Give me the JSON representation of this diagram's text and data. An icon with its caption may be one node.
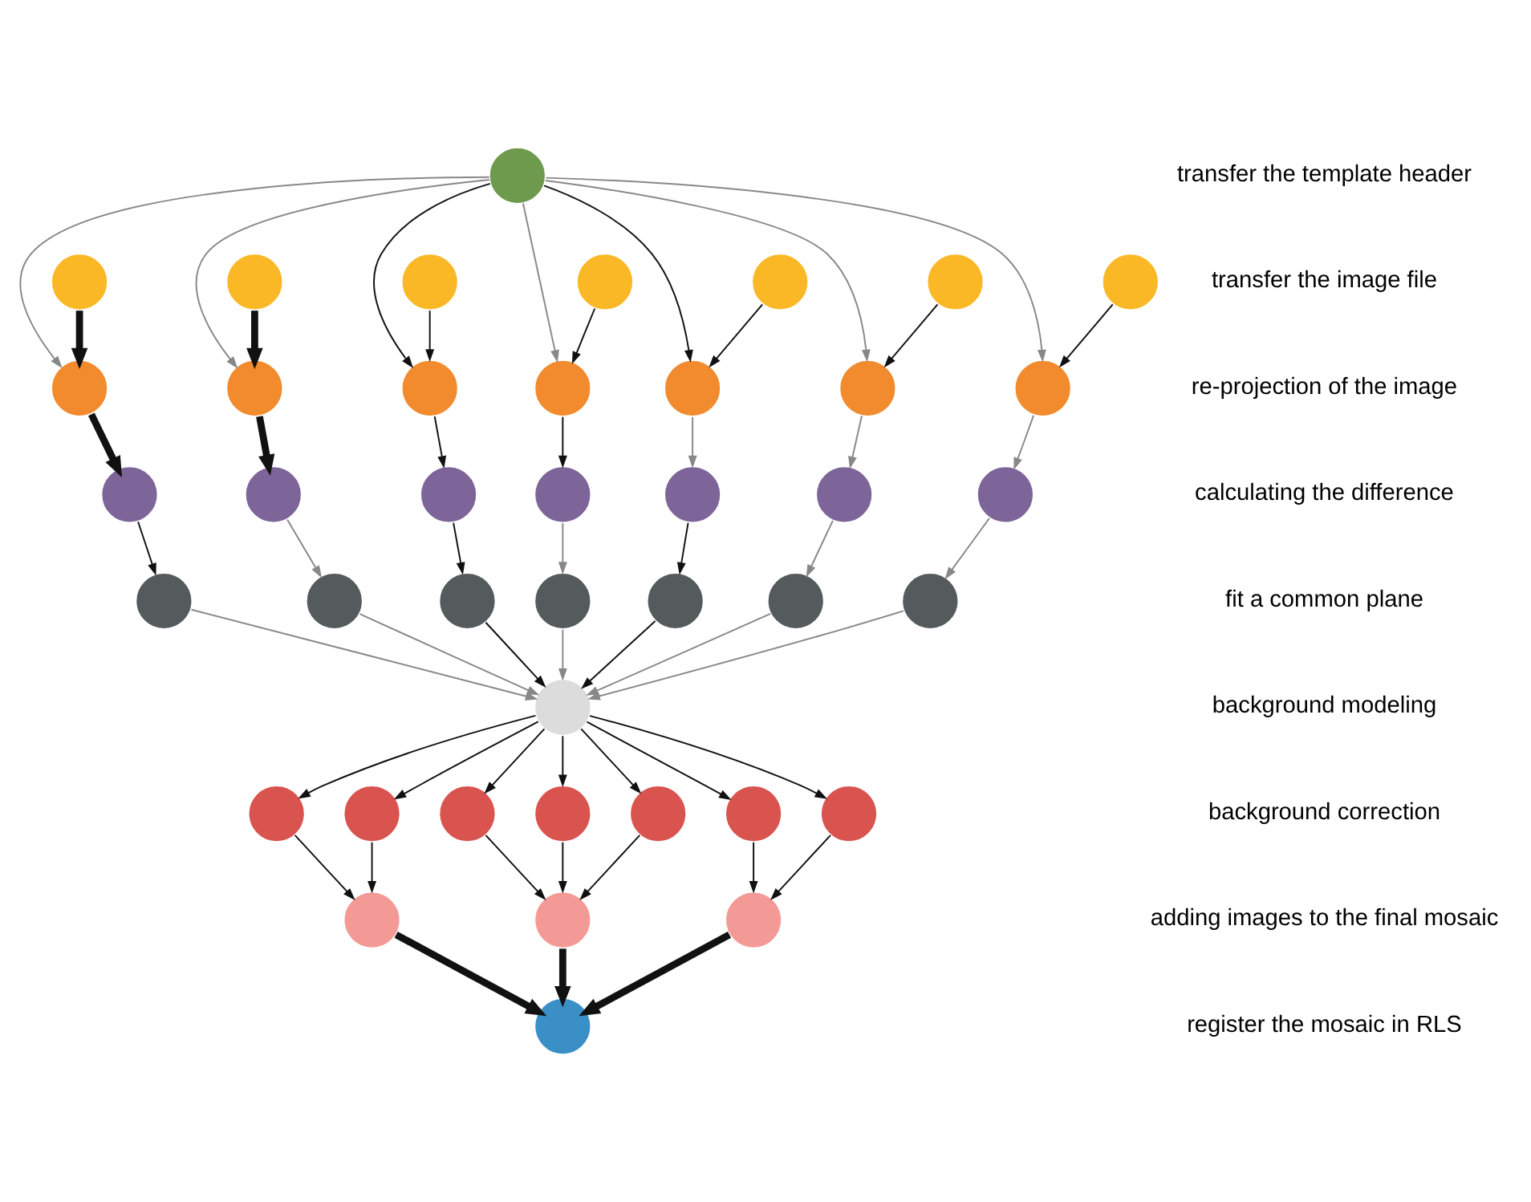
{
  "diagram": {
    "nodes": [
      {
        "text": [],
        "shape": "circle"
      },
      {
        "text": [],
        "shape": "circle"
      },
      {
        "text": [],
        "shape": "circle"
      },
      {
        "text": [],
        "shape": "circle"
      },
      {
        "text": [],
        "shape": "circle"
      },
      {
        "text": [],
        "shape": "circle"
      },
      {
        "text": [],
        "shape": "circle"
      },
      {
        "text": [],
        "shape": "circle"
      },
      {
        "text": [],
        "shape": "circle"
      },
      {
        "text": [],
        "shape": "circle"
      },
      {
        "text": [],
        "shape": "circle"
      },
      {
        "text": [],
        "shape": "circle"
      },
      {
        "text": [],
        "shape": "circle"
      },
      {
        "text": [],
        "shape": "circle"
      },
      {
        "text": [],
        "shape": "circle"
      },
      {
        "text": [],
        "shape": "circle"
      },
      {
        "text": [],
        "shape": "circle"
      },
      {
        "text": [],
        "shape": "circle"
      },
      {
        "text": [],
        "shape": "circle"
      },
      {
        "text": [],
        "shape": "circle"
      },
      {
        "text": [],
        "shape": "circle"
      },
      {
        "text": [],
        "shape": "circle"
      },
      {
        "text": [],
        "shape": "circle"
      },
      {
        "text": [],
        "shape": "circle"
      },
      {
        "text": [],
        "shape": "circle"
      },
      {
        "text": [],
        "shape": "circle"
      },
      {
        "text": [],
        "shape": "circle"
      },
      {
        "text": [],
        "shape": "circle"
      },
      {
        "text": [],
        "shape": "circle"
      },
      {
        "text": [],
        "shape": "circle"
      },
      {
        "text": [],
        "shape": "circle"
      },
      {
        "text": [],
        "shape": "circle"
      },
      {
        "text": [],
        "shape": "circle"
      },
      {
        "text": [],
        "shape": "circle"
      },
      {
        "text": [],
        "shape": "circle"
      },
      {
        "text": [],
        "shape": "circle"
      },
      {
        "text": [],
        "shape": "circle"
      },
      {
        "text": [],
        "shape": "circle"
      },
      {
        "text": [],
        "shape": "circle"
      },
      {
        "text": [],
        "shape": "circle"
      },
      {
        "text": [],
        "shape": "circle"
      }
    ],
    "edges": [
      {
        "from": 0,
        "to": 8,
        "arrow": "to",
        "color": "#888888"
      },
      {
        "from": 0,
        "to": 9,
        "arrow": "to",
        "color": "#888888"
      },
      {
        "from": 0,
        "to": 10,
        "arrow": "to"
      },
      {
        "from": 0,
        "to": 11,
        "arrow": "to",
        "color": "#888888"
      },
      {
        "from": 0,
        "to": 12,
        "arrow": "to"
      },
      {
        "from": 0,
        "to": 13,
        "arrow": "to",
        "color": "#888888"
      },
      {
        "from": 0,
        "to": 14,
        "arrow": "to",
        "color": "#888888"
      },
      {
        "from": 1,
        "to": 8,
        "arrow": "to",
        "style": "thick"
      },
      {
        "from": 2,
        "to": 9,
        "arrow": "to",
        "style": "thick"
      },
      {
        "from": 3,
        "to": 10,
        "arrow": "to"
      },
      {
        "from": 4,
        "to": 11,
        "arrow": "to"
      },
      {
        "from": 5,
        "to": 12,
        "arrow": "to"
      },
      {
        "from": 6,
        "to": 13,
        "arrow": "to"
      },
      {
        "from": 7,
        "to": 14,
        "arrow": "to"
      },
      {
        "from": 8,
        "to": 15,
        "arrow": "to",
        "style": "thick"
      },
      {
        "from": 9,
        "to": 16,
        "arrow": "to",
        "style": "thick"
      },
      {
        "from": 10,
        "to": 17,
        "arrow": "to"
      },
      {
        "from": 11,
        "to": 18,
        "arrow": "to"
      },
      {
        "from": 12,
        "to": 19,
        "arrow": "to",
        "color": "#888888"
      },
      {
        "from": 13,
        "to": 20,
        "arrow": "to",
        "color": "#888888"
      },
      {
        "from": 14,
        "to": 21,
        "arrow": "to",
        "color": "#888888"
      },
      {
        "from": 15,
        "to": 22,
        "arrow": "to"
      },
      {
        "from": 16,
        "to": 23,
        "arrow": "to",
        "color": "#888888"
      },
      {
        "from": 17,
        "to": 24,
        "arrow": "to"
      },
      {
        "from": 18,
        "to": 25,
        "arrow": "to",
        "color": "#888888"
      },
      {
        "from": 19,
        "to": 26,
        "arrow": "to"
      },
      {
        "from": 20,
        "to": 27,
        "arrow": "to",
        "color": "#888888"
      },
      {
        "from": 21,
        "to": 28,
        "arrow": "to",
        "color": "#888888"
      },
      {
        "from": 22,
        "to": 29,
        "arrow": "to",
        "color": "#888888"
      },
      {
        "from": 23,
        "to": 29,
        "arrow": "to",
        "color": "#888888"
      },
      {
        "from": 24,
        "to": 29,
        "arrow": "to"
      },
      {
        "from": 25,
        "to": 29,
        "arrow": "to",
        "color": "#888888"
      },
      {
        "from": 26,
        "to": 29,
        "arrow": "to"
      },
      {
        "from": 27,
        "to": 29,
        "arrow": "to",
        "color": "#888888"
      },
      {
        "from": 28,
        "to": 29,
        "arrow": "to",
        "color": "#888888"
      },
      {
        "from": 29,
        "to": 30,
        "arrow": "to"
      },
      {
        "from": 29,
        "to": 31,
        "arrow": "to"
      },
      {
        "from": 29,
        "to": 32,
        "arrow": "to"
      },
      {
        "from": 29,
        "to": 33,
        "arrow": "to"
      },
      {
        "from": 29,
        "to": 34,
        "arrow": "to"
      },
      {
        "from": 29,
        "to": 35,
        "arrow": "to"
      },
      {
        "from": 29,
        "to": 36,
        "arrow": "to"
      },
      {
        "from": 30,
        "to": 37,
        "arrow": "to"
      },
      {
        "from": 31,
        "to": 37,
        "arrow": "to"
      },
      {
        "from": 32,
        "to": 38,
        "arrow": "to"
      },
      {
        "from": 33,
        "to": 38,
        "arrow": "to"
      },
      {
        "from": 34,
        "to": 38,
        "arrow": "to"
      },
      {
        "from": 35,
        "to": 39,
        "arrow": "to"
      },
      {
        "from": 36,
        "to": 39,
        "arrow": "to"
      },
      {
        "from": 37,
        "to": 40,
        "arrow": "to",
        "style": "thick"
      },
      {
        "from": 38,
        "to": 40,
        "arrow": "to",
        "style": "thick"
      },
      {
        "from": 39,
        "to": 40,
        "arrow": "to",
        "style": "thick"
      }
    ],
    "labels": [
      "transfer the template header",
      "transfer the image file",
      "re-projection of the image",
      "calculating the difference",
      "fit a common plane",
      "background modeling",
      "background correction",
      "adding images to the final mosaic",
      "register the mosaic in RLS"
    ]
  }
}
